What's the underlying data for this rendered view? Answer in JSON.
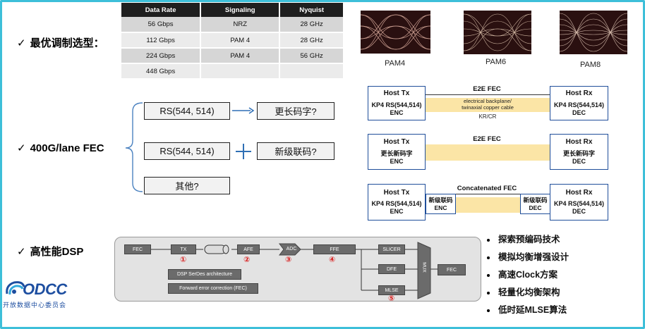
{
  "rate_table": {
    "headers": [
      "Data Rate",
      "Signaling",
      "Nyquist"
    ],
    "rows": [
      [
        "56 Gbps",
        "NRZ",
        "28 GHz"
      ],
      [
        "112 Gbps",
        "PAM 4",
        "28 GHz"
      ],
      [
        "224 Gbps",
        "PAM 4",
        "56 GHz"
      ],
      [
        "448 Gbps",
        "",
        ""
      ]
    ]
  },
  "bullets": {
    "check": "✓",
    "modulation": "最优调制选型：",
    "fec": "400G/lane FEC",
    "dsp": "高性能DSP"
  },
  "eyes": {
    "pam4": "PAM4",
    "pam6": "PAM6",
    "pam8": "PAM8"
  },
  "fec_options": {
    "opt1": "RS(544, 514)",
    "opt1_result": "更长码字?",
    "opt2": "RS(544, 514)",
    "opt2_result": "新级联码?",
    "opt3": "其他?"
  },
  "fec_diagrams": {
    "d1": {
      "head": "E2E FEC",
      "tx_title": "Host Tx",
      "tx_body": "KP4 RS(544,514)",
      "tx_enc": "ENC",
      "band_text1": "electrical backplane/",
      "band_text2": "twinaxial copper cable",
      "below": "KR/CR",
      "rx_title": "Host Rx",
      "rx_body": "KP4 RS(544,514)",
      "rx_dec": "DEC"
    },
    "d2": {
      "head": "E2E FEC",
      "tx_title": "Host Tx",
      "tx_body": "更长新码字",
      "tx_enc": "ENC",
      "rx_title": "Host Rx",
      "rx_body": "更长新码字",
      "rx_dec": "DEC"
    },
    "d3": {
      "head": "Concatenated FEC",
      "tx_title": "Host Tx",
      "tx_body": "KP4 RS(544,514)",
      "tx_enc": "ENC",
      "mid1_a": "新级联码",
      "mid1_b": "ENC",
      "mid2_a": "新级联码",
      "mid2_b": "DEC",
      "rx_title": "Host Rx",
      "rx_body": "KP4 RS(544,514)",
      "rx_dec": "DEC"
    }
  },
  "dsp": {
    "fec_in": "FEC",
    "tx": "TX",
    "afe": "AFE",
    "adc": "ADC",
    "ffe": "FFE",
    "slicer": "SLICER",
    "dfe": "DFE",
    "mlse": "MLSE",
    "mux": "MUX",
    "fec_out": "FEC",
    "serdes": "DSP SerDes architecture",
    "fec_long": "Forward error correction (FEC)",
    "n1": "①",
    "n2": "②",
    "n3": "③",
    "n4": "④",
    "n5": "⑤"
  },
  "tech_list": [
    "探索预编码技术",
    "模拟均衡增强设计",
    "高速Clock方案",
    "轻量化均衡架构",
    "低时延MLSE算法"
  ],
  "logo": {
    "name": "ODCC",
    "sub": "开放数据中心委员会",
    "brand_color": "#1d4ea0"
  },
  "colors": {
    "frame": "#3dbfd9",
    "band": "#fbe5a6",
    "host_border": "#1f4e9a",
    "arrow": "#2f6fb5",
    "marker": "#d81b1b"
  }
}
